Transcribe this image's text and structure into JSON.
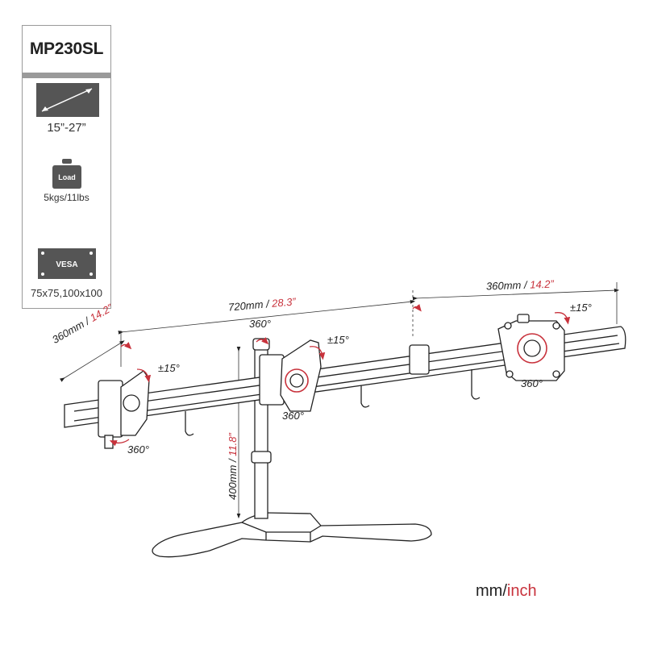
{
  "spec_panel": {
    "model": "MP230SL",
    "screen_size": "15”-27”",
    "load_badge": "Load",
    "load_capacity": "5kgs/11lbs",
    "vesa_badge": "VESA",
    "vesa_pattern": "75x75,100x100"
  },
  "dimensions": {
    "left_arm": {
      "mm": "360mm / ",
      "inch": "14.2”"
    },
    "center_arm": {
      "mm": "720mm / ",
      "inch": "28.3”"
    },
    "right_arm": {
      "mm": "360mm / ",
      "inch": "14.2”"
    },
    "pole": {
      "mm": "400mm / ",
      "inch": "11.8”"
    }
  },
  "adjustments": {
    "pole_rotation": "360°",
    "left_tilt": "±15°",
    "left_rotation": "360°",
    "center_tilt": "±15°",
    "center_rotation": "360°",
    "right_tilt": "±15°",
    "right_rotation": "360°"
  },
  "units": {
    "mm": "mm/",
    "inch": "inch"
  },
  "colors": {
    "accent": "#c8323c",
    "line": "#222222",
    "panel_border": "#9a9a9a"
  }
}
